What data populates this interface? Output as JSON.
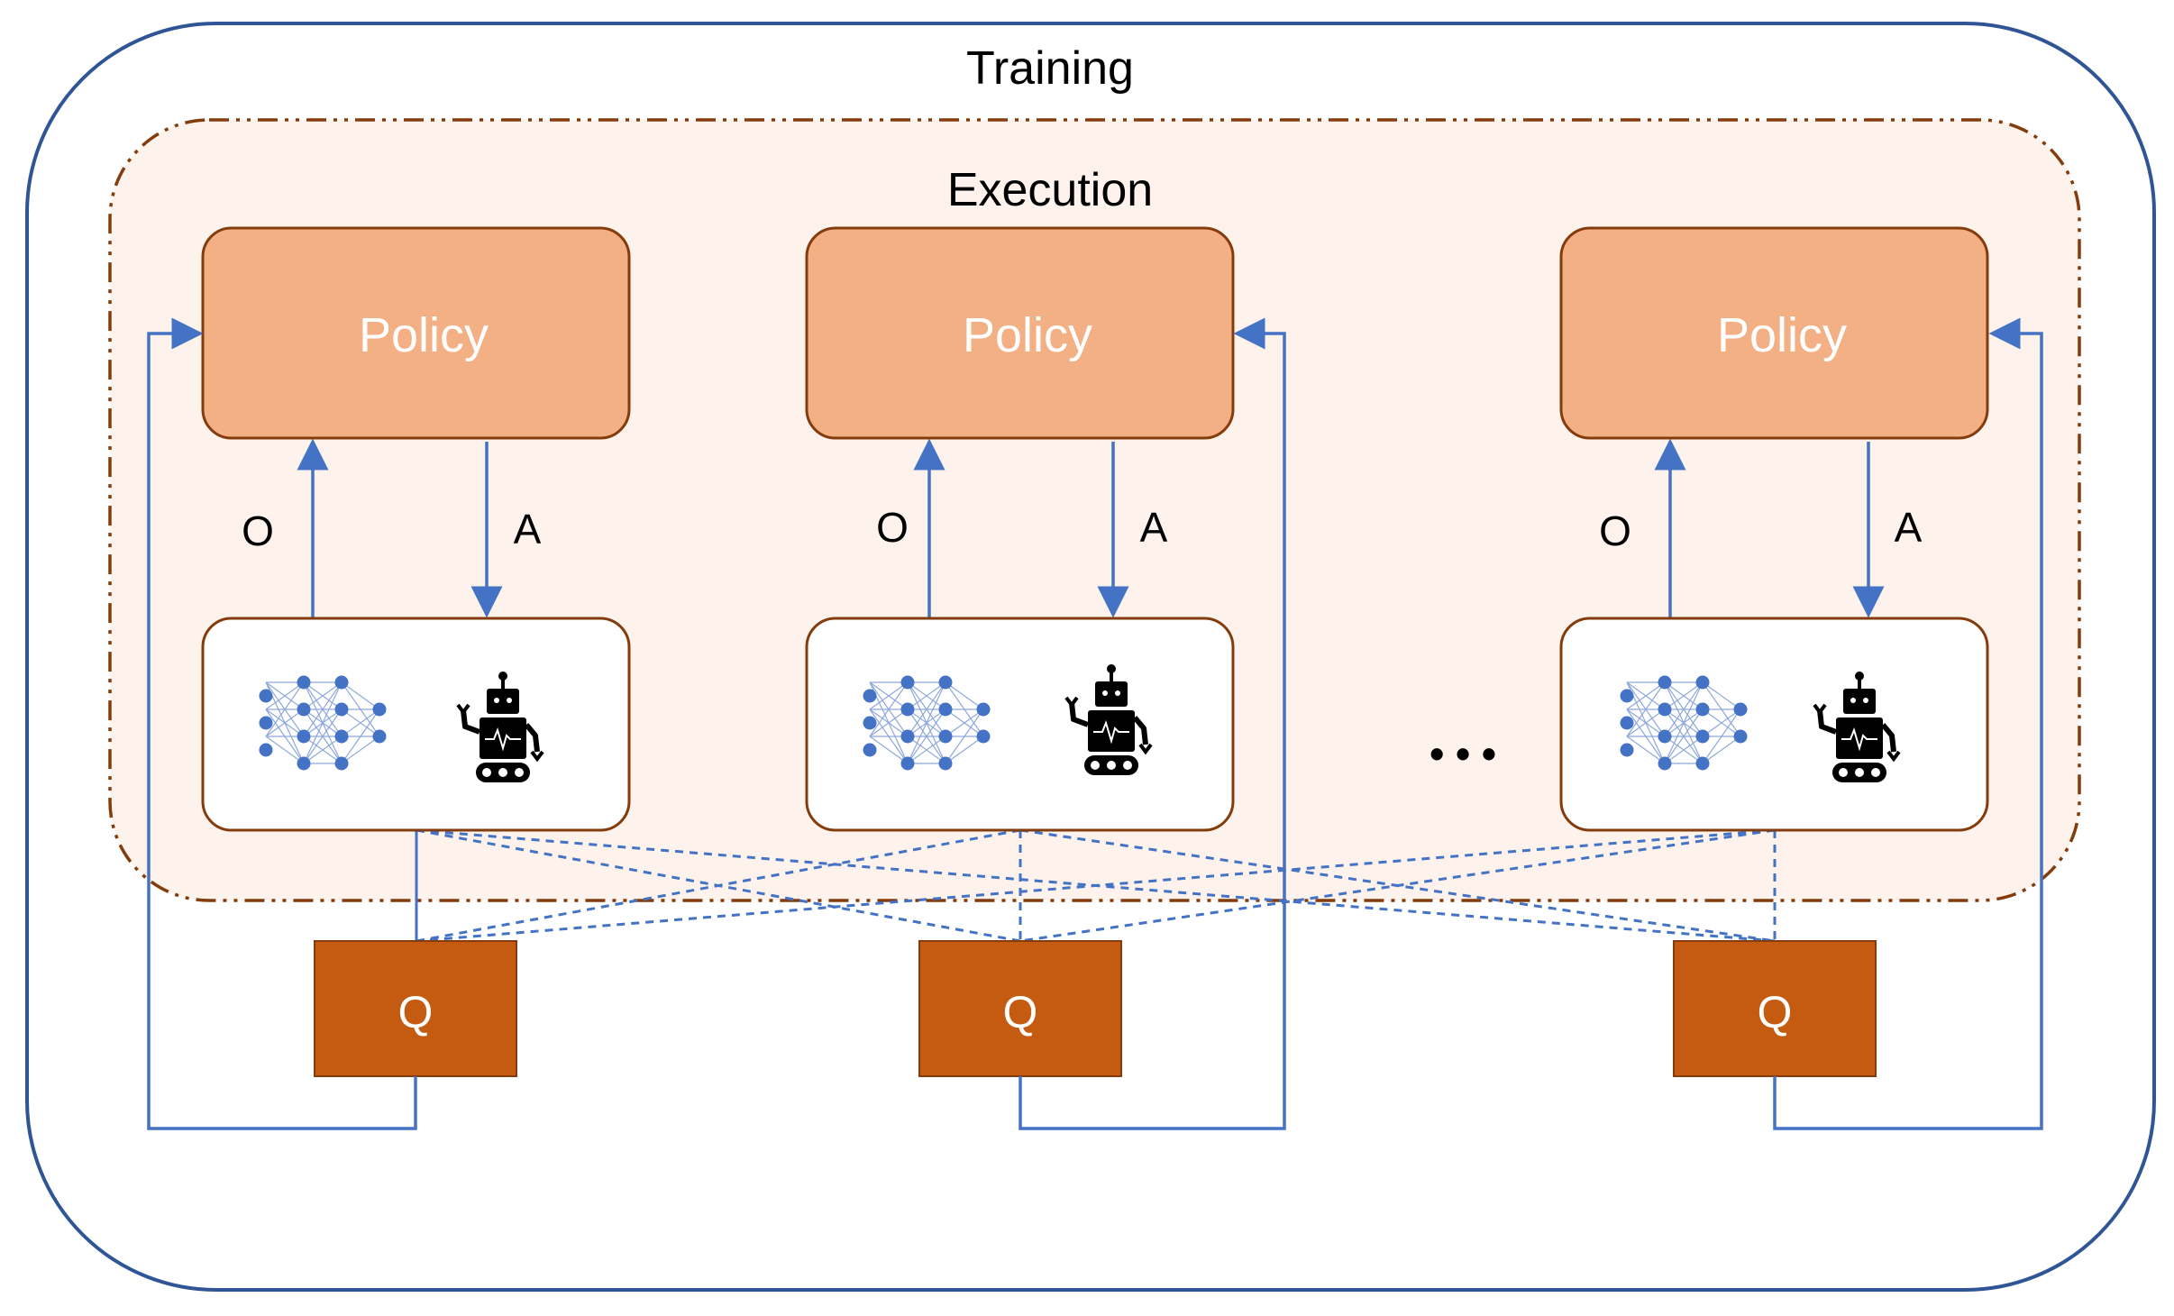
{
  "training": {
    "title": "Training"
  },
  "execution": {
    "title": "Execution"
  },
  "agents": [
    {
      "policy_label": "Policy",
      "obs_label": "O",
      "act_label": "A",
      "q_label": "Q"
    },
    {
      "policy_label": "Policy",
      "obs_label": "O",
      "act_label": "A",
      "q_label": "Q"
    },
    {
      "policy_label": "Policy",
      "obs_label": "O",
      "act_label": "A",
      "q_label": "Q"
    }
  ],
  "ellipsis": "• • •",
  "icons": {
    "network": "neural-network-icon",
    "robot": "robot-icon"
  },
  "colors": {
    "training_border": "#2f5597",
    "execution_border": "#843c0c",
    "execution_fill": "#fdf3ec",
    "policy_fill": "#f2b084",
    "policy_border": "#843c0c",
    "env_border": "#843c0c",
    "q_fill": "#c55a11",
    "arrow": "#4472c4",
    "node": "#4472c4"
  }
}
